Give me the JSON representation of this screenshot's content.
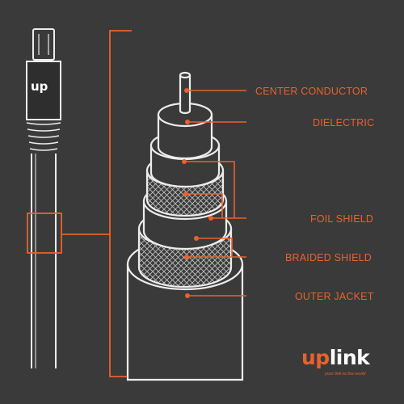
{
  "colors": {
    "background": "#3a3a3a",
    "accent": "#e8622c",
    "outline": "#ececec",
    "text": "#e8622c"
  },
  "connector": {
    "logo_text": "up",
    "icon": "cable-connector-icon"
  },
  "callouts": [
    {
      "id": "center",
      "label": "CENTER CONDUCTOR"
    },
    {
      "id": "dielectric",
      "label": "DIELECTRIC"
    },
    {
      "id": "foil",
      "label": "FOIL SHIELD"
    },
    {
      "id": "braid",
      "label": "BRAIDED SHIELD"
    },
    {
      "id": "jacket",
      "label": "OUTER JACKET"
    }
  ],
  "brand": {
    "name_part1": "up",
    "name_part2": "link",
    "tagline": "your link to the world"
  }
}
